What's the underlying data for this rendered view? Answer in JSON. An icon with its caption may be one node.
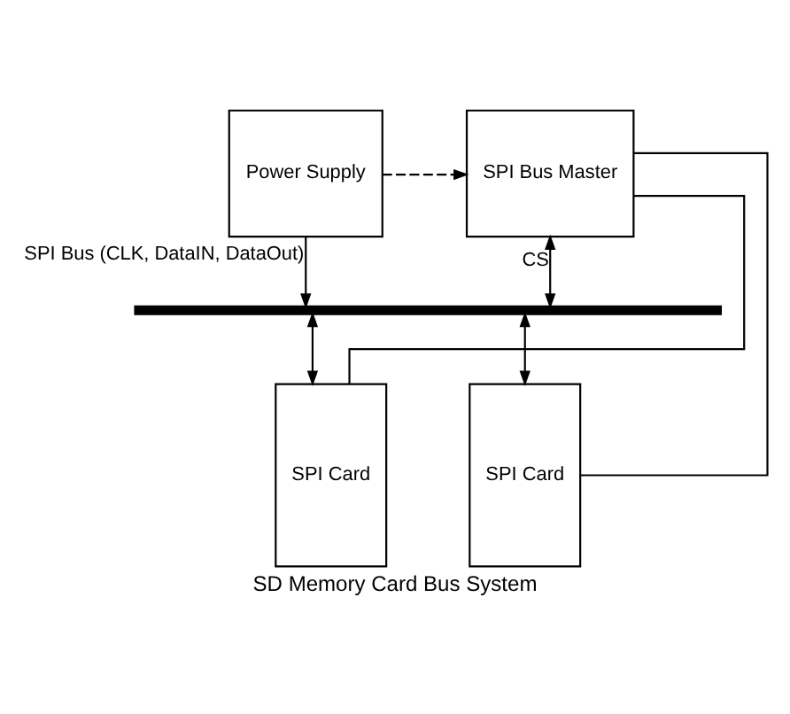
{
  "diagram": {
    "caption": "SD Memory Card Bus System",
    "nodes": [
      {
        "text": [
          "Power Supply"
        ]
      },
      {
        "text": [
          "SPI Bus Master"
        ]
      },
      {
        "text": [],
        "shape": "bar"
      },
      {
        "text": [
          "SPI Card"
        ]
      },
      {
        "text": [
          "SPI Card"
        ]
      }
    ],
    "edges": [
      {
        "from": 0,
        "to": 1,
        "arrow": "to",
        "style": "dashed"
      },
      {
        "from": 0,
        "to": 2,
        "arrow": "to",
        "label": "SPI Bus (CLK, DataIN, DataOut)"
      },
      {
        "from": 1,
        "to": 2,
        "arrow": "both",
        "label": "CS"
      },
      {
        "from": 2,
        "to": 3,
        "arrow": "both"
      },
      {
        "from": 2,
        "to": 4,
        "arrow": "both"
      },
      {
        "from": 1,
        "to": 3,
        "arrow": "none"
      },
      {
        "from": 1,
        "to": 4,
        "arrow": "none"
      }
    ]
  }
}
